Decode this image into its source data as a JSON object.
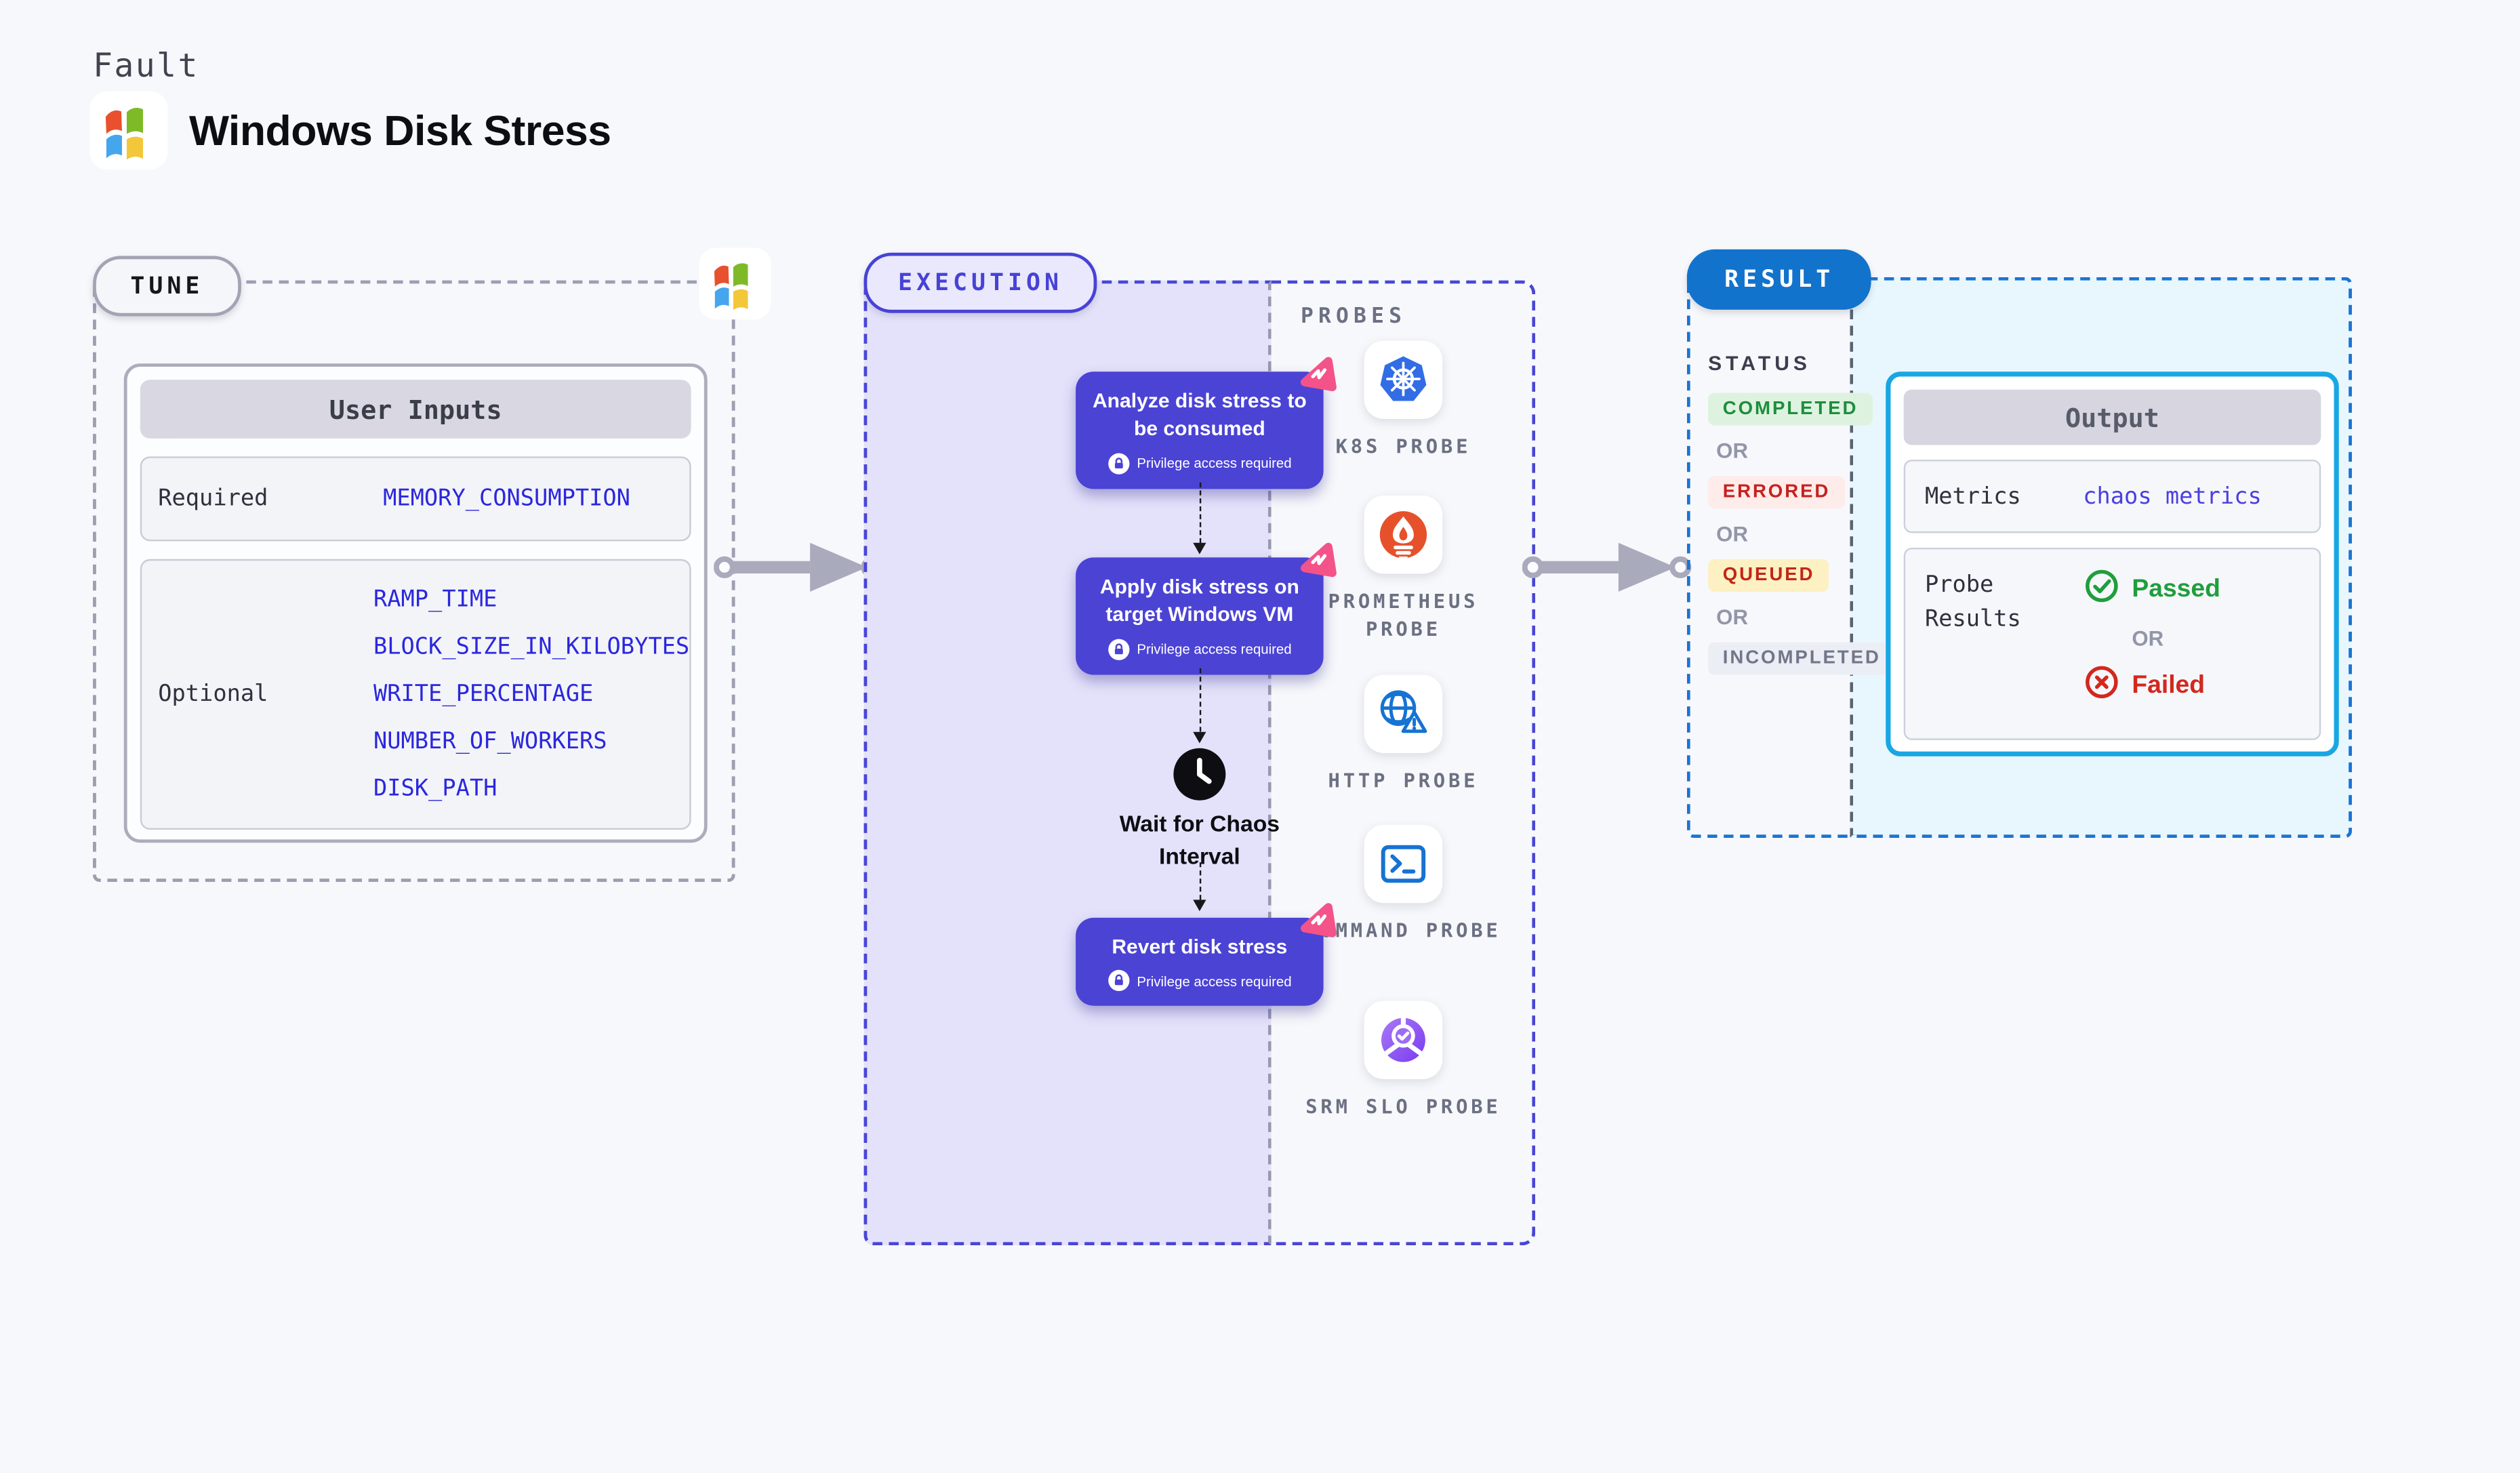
{
  "header": {
    "kicker": "Fault",
    "title": "Windows Disk Stress"
  },
  "tune": {
    "badge": "TUNE",
    "table": {
      "title": "User Inputs",
      "required_label": "Required",
      "required_value": "MEMORY_CONSUMPTION",
      "optional_label": "Optional",
      "optional_values": [
        "RAMP_TIME",
        "BLOCK_SIZE_IN_KILOBYTES",
        "WRITE_PERCENTAGE",
        "NUMBER_OF_WORKERS",
        "DISK_PATH"
      ]
    }
  },
  "execution": {
    "badge": "EXECUTION",
    "steps": [
      {
        "title": "Analyze disk stress to be consumed",
        "note": "Privilege access required"
      },
      {
        "title": "Apply disk stress on target Windows VM",
        "note": "Privilege access required"
      },
      {
        "title": "Wait for Chaos Interval"
      },
      {
        "title": "Revert disk stress",
        "note": "Privilege access required"
      }
    ]
  },
  "probes": {
    "label": "PROBES",
    "items": [
      {
        "name": "K8S PROBE",
        "icon": "kubernetes-icon"
      },
      {
        "name": "PROMETHEUS PROBE",
        "icon": "prometheus-icon"
      },
      {
        "name": "HTTP PROBE",
        "icon": "http-globe-icon"
      },
      {
        "name": "COMMAND PROBE",
        "icon": "terminal-icon"
      },
      {
        "name": "SRM SLO PROBE",
        "icon": "srm-slo-icon"
      }
    ]
  },
  "result": {
    "badge": "RESULT",
    "status_label": "STATUS",
    "or_label": "OR",
    "statuses": [
      {
        "label": "COMPLETED",
        "color": "#1e8e3e",
        "bg": "#def3df"
      },
      {
        "label": "ERRORED",
        "color": "#c5221f",
        "bg": "#fdecea"
      },
      {
        "label": "QUEUED",
        "color": "#c02717",
        "bg": "#fdf0c2"
      },
      {
        "label": "INCOMPLETED",
        "color": "#717689",
        "bg": "#eceef5"
      }
    ],
    "output": {
      "title": "Output",
      "metrics_label": "Metrics",
      "metrics_value": "chaos metrics",
      "probe_results_label": "Probe Results",
      "passed_label": "Passed",
      "failed_label": "Failed"
    }
  },
  "colors": {
    "page_bg": "#f7f8fb",
    "card_purple": "#4b43d4",
    "exec_lavender": "#e4e2fa",
    "exec_border": "#4a45d7",
    "result_blue": "#1273cc",
    "output_cyan_border": "#18a7e2",
    "output_cyan_bg": "#e8f7fe",
    "param_link_blue": "#2b27dd",
    "chaos_pink": "#f4538a",
    "arrow_gray": "#a9aabc",
    "passed_green": "#1f9e3d",
    "failed_red": "#d2281e"
  }
}
